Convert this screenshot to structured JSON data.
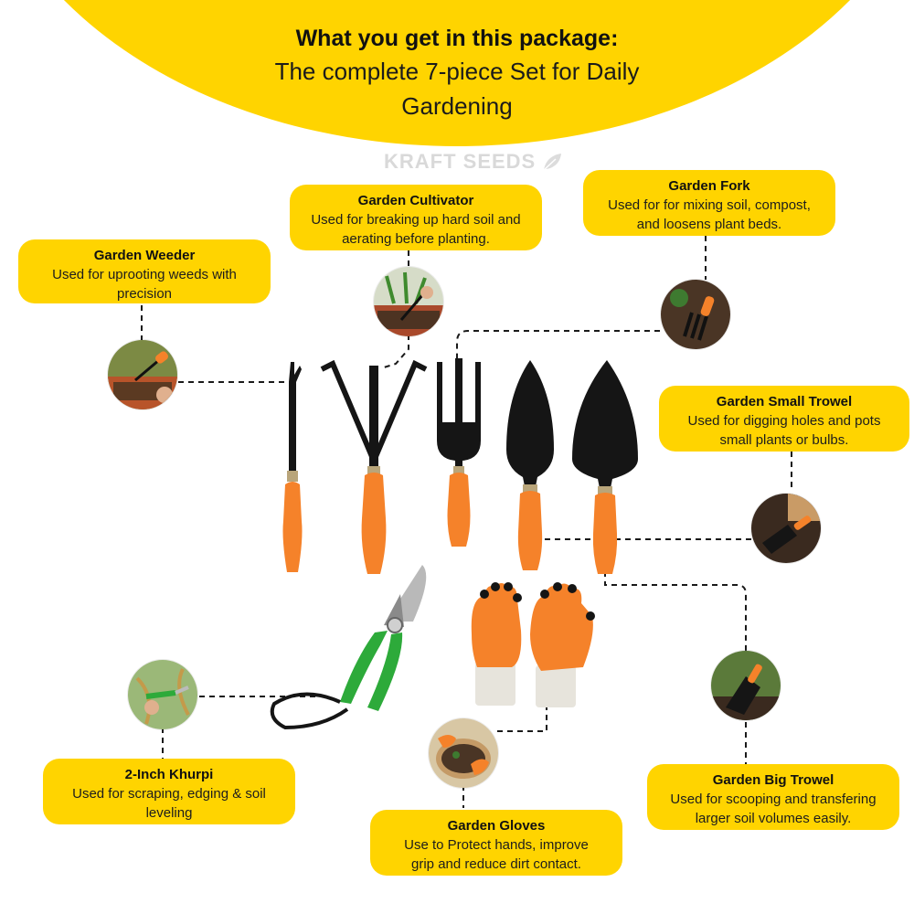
{
  "header": {
    "title": "What you get in this package:",
    "subtitle_line1": "The complete 7-piece Set for Daily",
    "subtitle_line2": "Gardening"
  },
  "brand": {
    "name": "KRAFT SEEDS",
    "icon": "leaf-icon"
  },
  "colors": {
    "accent": "#FFD400",
    "handle": "#F5822A",
    "metal": "#151515",
    "pruner": "#2DAA3A"
  },
  "tools": {
    "weeder": {
      "title": "Garden Weeder",
      "desc_line1": "Used for uprooting weeds with",
      "desc_line2": "precision"
    },
    "cultivator": {
      "title": "Garden Cultivator",
      "desc_line1": "Used for breaking up hard soil and",
      "desc_line2": "aerating before planting."
    },
    "fork": {
      "title": "Garden Fork",
      "desc_line1": "Used for  for mixing soil, compost,",
      "desc_line2": "and loosens plant beds."
    },
    "small_trowel": {
      "title": "Garden Small Trowel",
      "desc_line1": "Used for digging holes and pots",
      "desc_line2": "small plants or bulbs."
    },
    "big_trowel": {
      "title": "Garden Big Trowel",
      "desc_line1": "Used for scooping and transfering",
      "desc_line2": "larger soil volumes easily."
    },
    "khurpi": {
      "title": "2-Inch Khurpi",
      "desc_line1": "Used for scraping, edging & soil",
      "desc_line2": "leveling"
    },
    "gloves": {
      "title": "Garden Gloves",
      "desc_line1": "Use to Protect hands, improve",
      "desc_line2": "grip and reduce dirt contact."
    }
  }
}
